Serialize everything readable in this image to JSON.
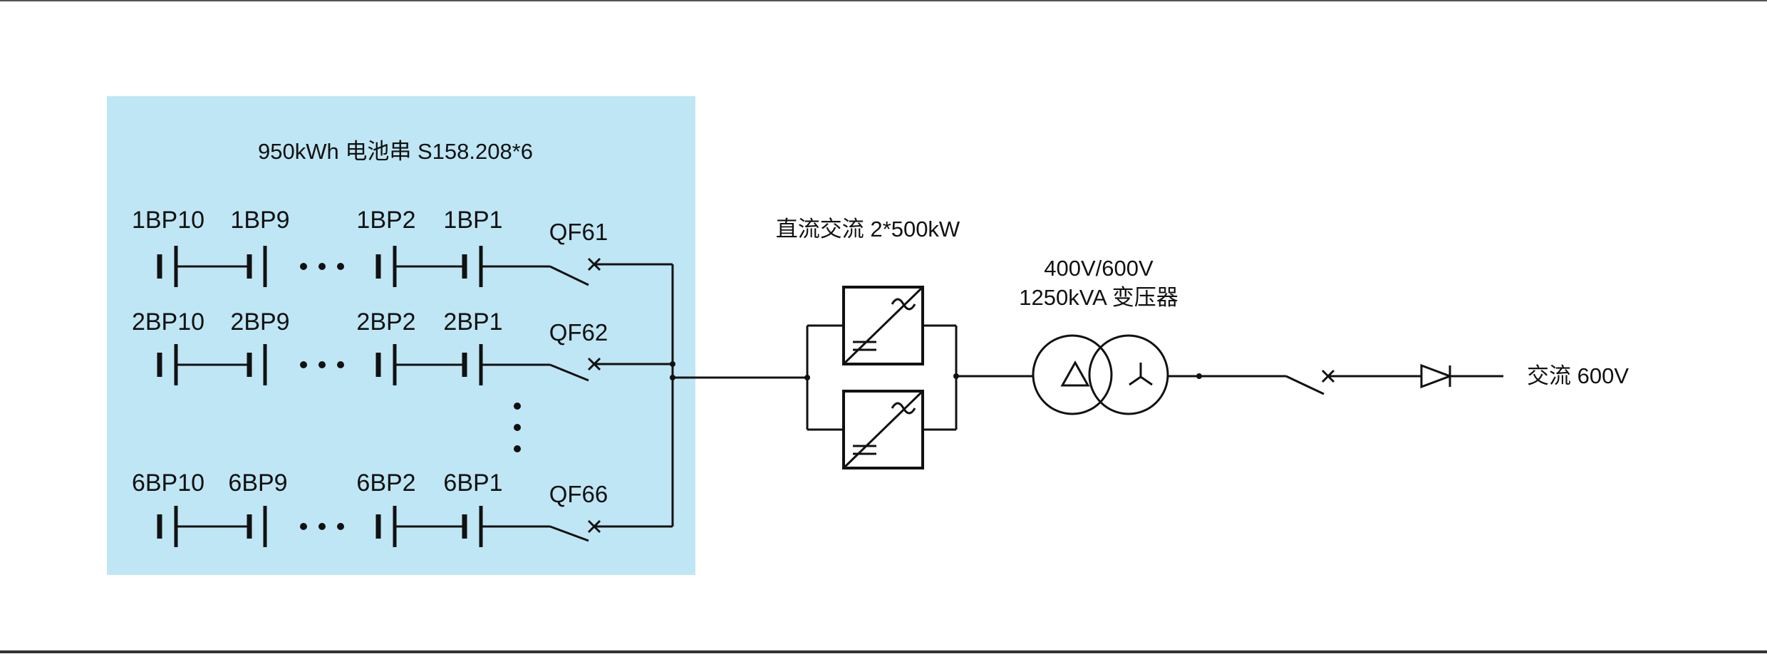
{
  "battery_panel": {
    "title": "950kWh 电池串 S158.208*6",
    "background": "#bfe6f4",
    "rows": [
      {
        "labels": [
          "1BP10",
          "1BP9",
          "1BP2",
          "1BP1"
        ],
        "breaker": "QF61"
      },
      {
        "labels": [
          "2BP10",
          "2BP9",
          "2BP2",
          "2BP1"
        ],
        "breaker": "QF62"
      },
      {
        "labels": [
          "6BP10",
          "6BP9",
          "6BP2",
          "6BP1"
        ],
        "breaker": "QF66"
      }
    ]
  },
  "converter": {
    "label": "直流交流 2*500kW"
  },
  "transformer": {
    "line1": "400V/600V",
    "line2": "1250kVA 变压器"
  },
  "output": {
    "label": "交流 600V"
  }
}
